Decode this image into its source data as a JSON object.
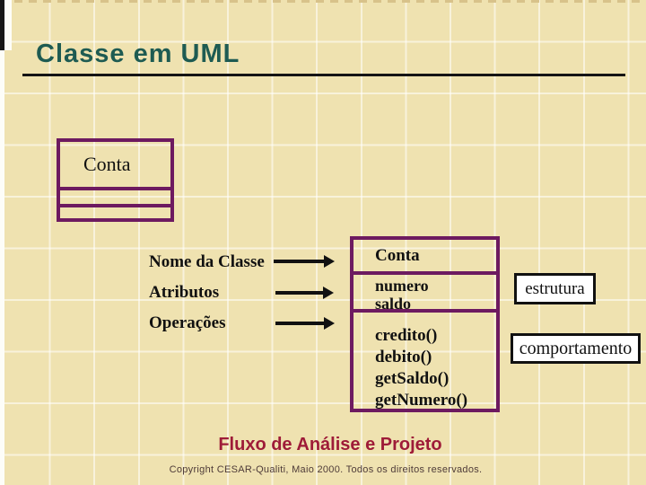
{
  "slide": {
    "title": "Classe em UML",
    "footer": "Fluxo de Análise e Projeto",
    "copyright": "Copyright CESAR-Qualiti, Maio 2000. Todos os direitos reservados."
  },
  "mini_class": {
    "name": "Conta"
  },
  "pointers": [
    {
      "label": "Nome da Classe"
    },
    {
      "label": "Atributos"
    },
    {
      "label": "Operações"
    }
  ],
  "uml_class": {
    "name": "Conta",
    "attributes": [
      "numero",
      "saldo"
    ],
    "operations": [
      "credito()",
      "debito()",
      "getSaldo()",
      "getNumero()"
    ]
  },
  "callouts": [
    {
      "label": "estrutura"
    },
    {
      "label": "comportamento"
    }
  ],
  "colors": {
    "background": "#efe2b0",
    "title_text": "#1e5b52",
    "class_border": "#6d1a60",
    "footer_text": "#9e1b38",
    "arrow": "#111111"
  }
}
